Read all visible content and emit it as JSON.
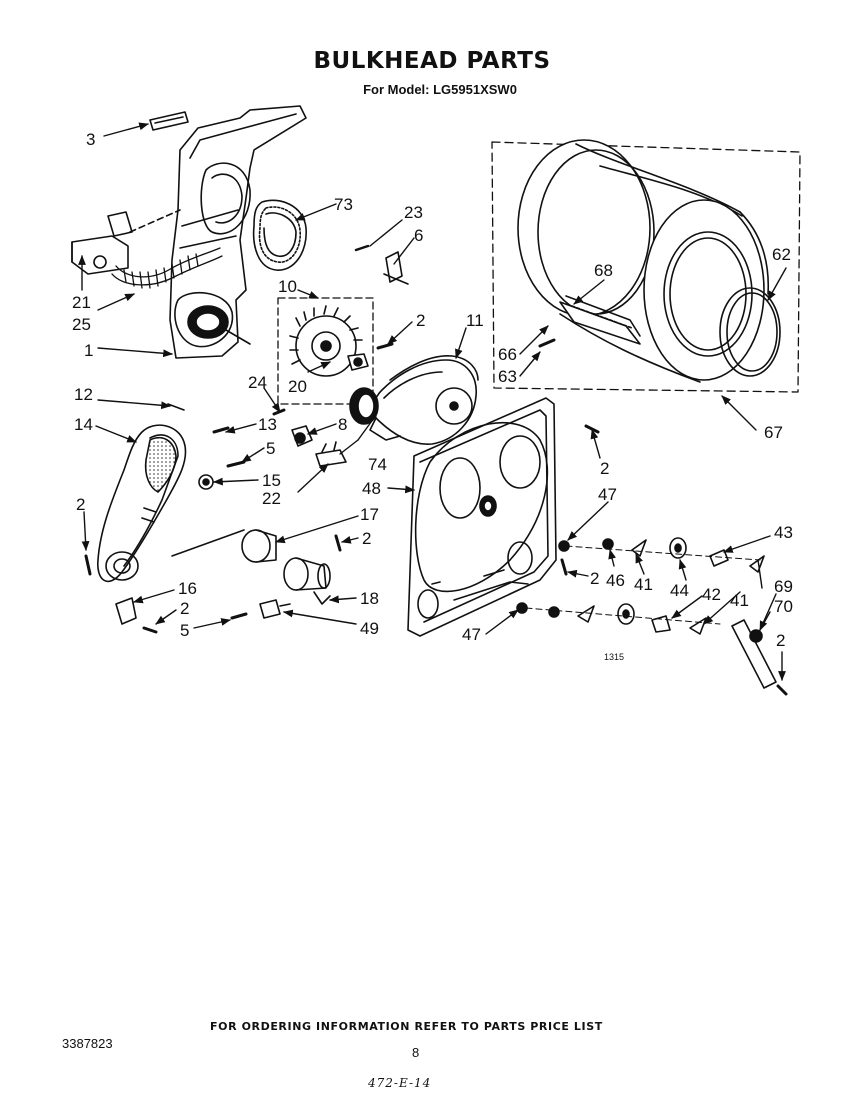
{
  "title": "BULKHEAD PARTS",
  "subtitle": "For Model: LG5951XSW0",
  "footer": {
    "ordering_note": "FOR ORDERING INFORMATION REFER TO PARTS PRICE LIST",
    "document_number": "3387823",
    "page_number": "8",
    "handwritten_note": "472-E-14"
  },
  "diagram_code": "1315",
  "callouts": {
    "c3": "3",
    "c73": "73",
    "c21": "21",
    "c25": "25",
    "c1": "1",
    "c10": "10",
    "c23": "23",
    "c6": "6",
    "c2a": "2",
    "c11": "11",
    "c24": "24",
    "c20": "20",
    "c12": "12",
    "c13": "13",
    "c14": "14",
    "c8": "8",
    "c5a": "5",
    "c74": "74",
    "c15": "15",
    "c22": "22",
    "c2b": "2",
    "c17": "17",
    "c2c": "2",
    "c16": "16",
    "c2d": "2",
    "c5b": "5",
    "c18": "18",
    "c49": "49",
    "c48": "48",
    "c2e": "2",
    "c47a": "47",
    "c2f": "2",
    "c46": "46",
    "c41a": "41",
    "c44": "44",
    "c42": "42",
    "c41b": "41",
    "c43": "43",
    "c69": "69",
    "c70": "70",
    "c2g": "2",
    "c47b": "47",
    "c68": "68",
    "c62": "62",
    "c66": "66",
    "c63": "63",
    "c67": "67"
  }
}
